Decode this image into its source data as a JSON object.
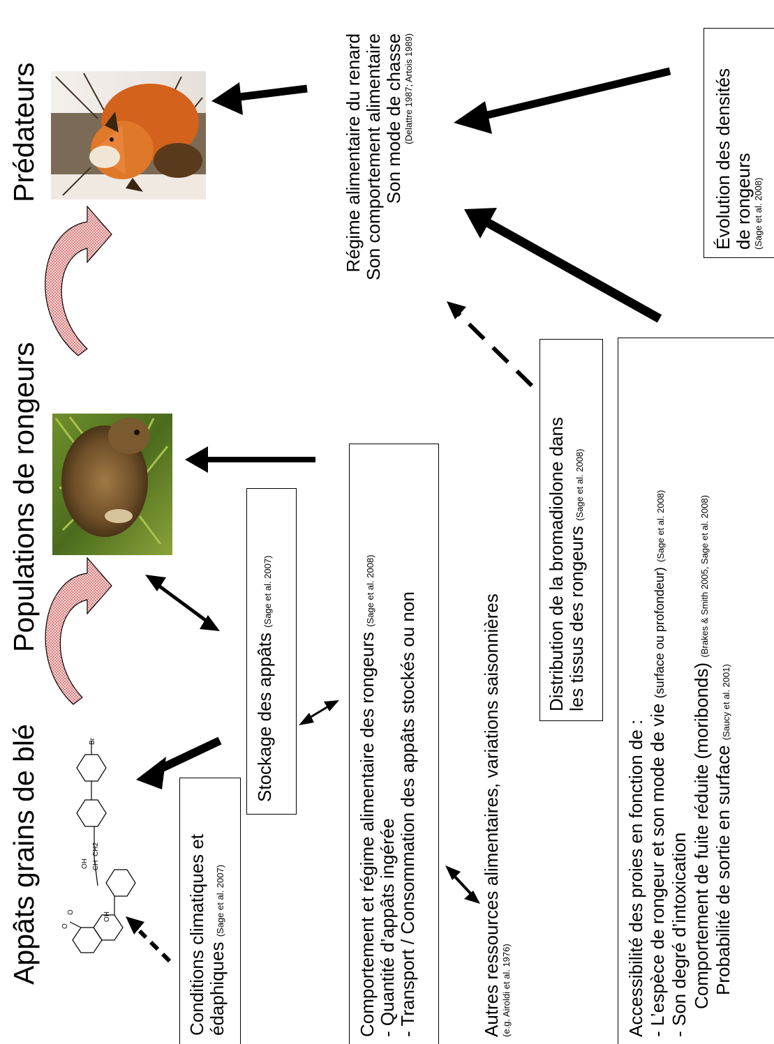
{
  "columns": {
    "baits_title": "Appâts grains de blé",
    "rodents_title": "Populations de rongeurs",
    "predators_title": "Prédateurs"
  },
  "boxes": {
    "climate": {
      "line1": "Conditions climatiques et",
      "line2": "édaphiques",
      "citation": "(Sage et al. 2007)"
    },
    "storage": {
      "text": "Stockage des appâts",
      "citation": "(Sage et al. 2007)"
    },
    "behaviour": {
      "line1": "Comportement et régime alimentaire des rongeurs",
      "citation": "(Sage et al. 2008)",
      "line2": "- Quantité d’appâts ingérée",
      "line3": "- Transport / Consommation des appâts stockés ou non"
    },
    "other_resources": {
      "line1": "Autres ressources alimentaires, variations saisonnières",
      "citation": "(e.g. Airoldi et al. 1976)"
    },
    "distribution": {
      "line1": "Distribution de la bromadiolone dans",
      "line2": "les tissus des rongeurs",
      "citation": "(Sage et al. 2008)"
    },
    "accessibility": {
      "line1": "Accessibilité des proies en fonction de :",
      "line2": "- L’espèce de rongeur et son mode de vie",
      "line2_note": "(surface ou profondeur)",
      "line2_citation": "(Sage et al. 2008)",
      "line3": "- Son degré d’intoxication",
      "line4": "Comportement de fuite réduite (moribonds)",
      "line4_citation": "(Brakes & Smith 2005, Sage et al. 2008)",
      "line5": "Probabilité de sortie en surface",
      "line5_citation": "(Saucy et al. 2001)"
    },
    "fox_diet": {
      "line1": "Régime alimentaire du renard",
      "line2": "Son comportement alimentaire",
      "line3": "Son mode de chasse",
      "citation": "(Delattre 1987; Artois 1989)"
    },
    "rodent_density": {
      "line1": "Évolution des densités",
      "line2": "de rongeurs",
      "citation": "(Sage et al. 2008)"
    }
  },
  "molecule": {
    "labels": [
      "O",
      "O",
      "OH",
      "OH",
      "CH",
      "CH2",
      "Br"
    ]
  },
  "colors": {
    "curved_arrow_fill": "#f6dede",
    "curved_arrow_dots": "#cc3333",
    "line": "#000000"
  }
}
